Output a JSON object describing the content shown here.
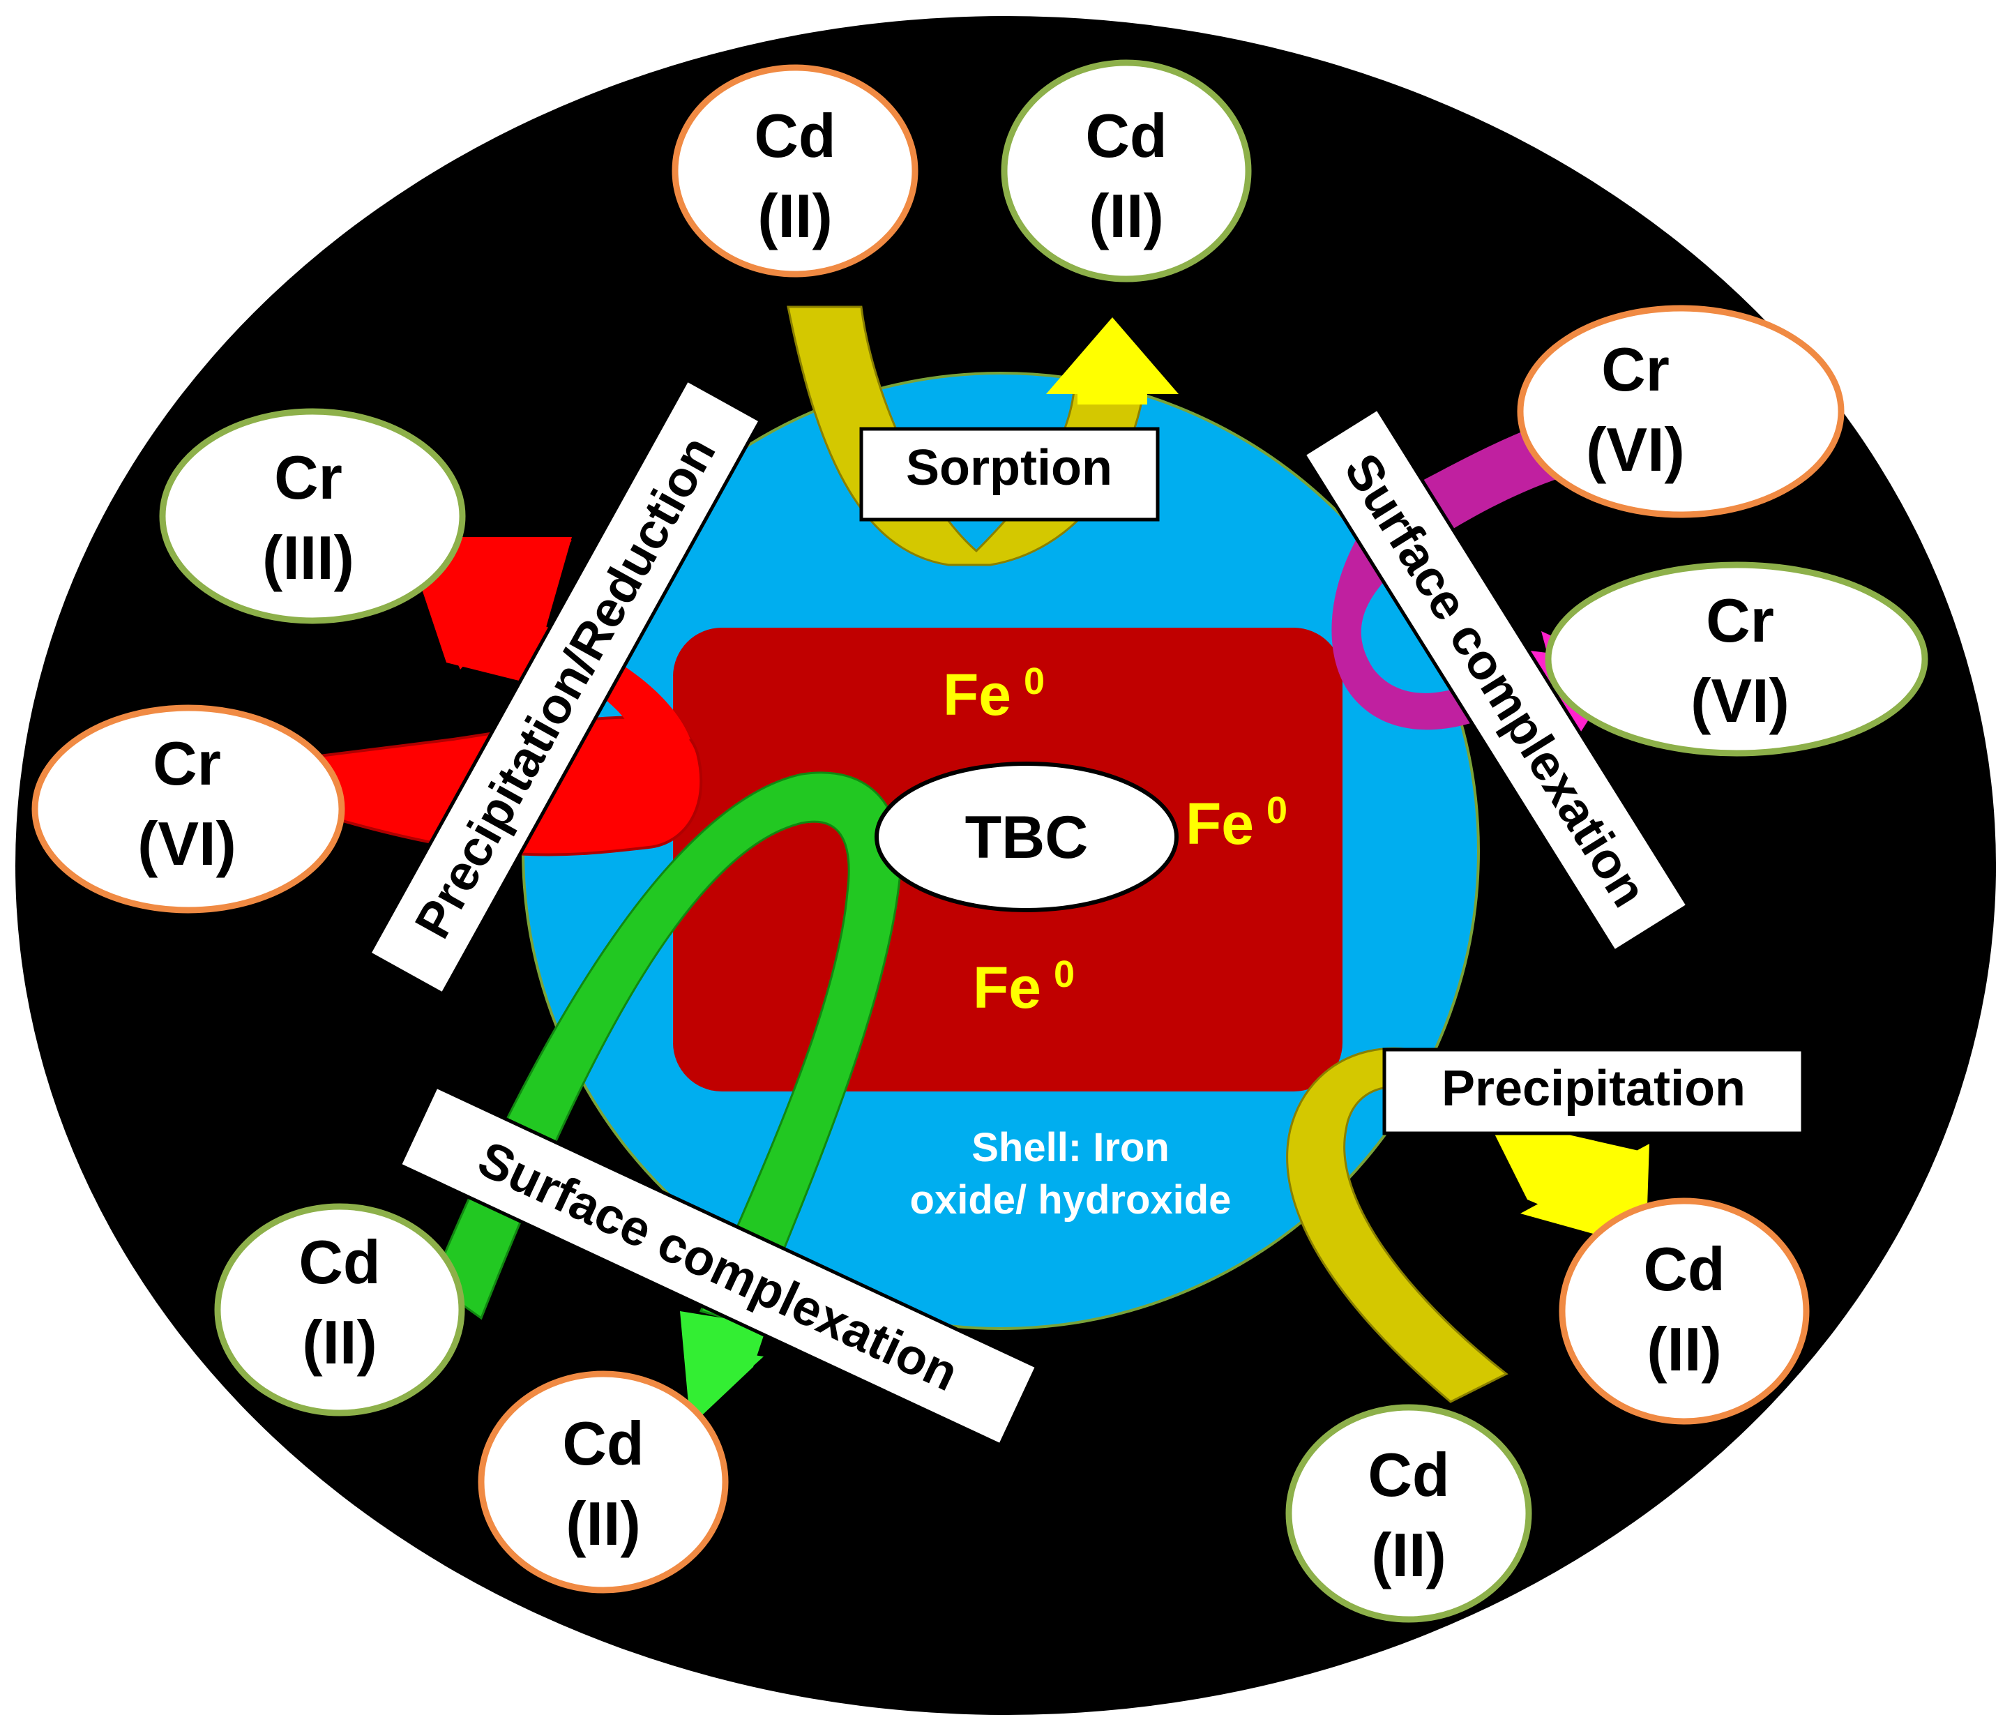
{
  "colors": {
    "background": "#000000",
    "shell": "#00aeef",
    "core": "#c00000",
    "fe_text": "#ffff00",
    "shell_text": "#ffffff",
    "orange_border": "#f08a43",
    "green_border": "#8db04a",
    "cr_red_arrow": "#ff0000",
    "sorption_arrow": "#ffff00",
    "surface_magenta_arrow": "#d21aa8",
    "surface_green_arrow": "#22d022",
    "precipitation_arrow": "#ffff00"
  },
  "core": {
    "center_label": "TBC",
    "fe_labels": [
      {
        "base": "Fe",
        "sup": "0"
      },
      {
        "base": "Fe",
        "sup": "0"
      },
      {
        "base": "Fe",
        "sup": "0"
      }
    ],
    "shell_label_line1": "Shell: Iron",
    "shell_label_line2": "oxide/ hydroxide"
  },
  "process_labels": {
    "sorption": "Sorption",
    "precipitation_reduction": "Precipitation/Reduction",
    "surface_complexation_right": "Surface complexation",
    "surface_complexation_left": "Surface complexation",
    "precipitation": "Precipitation"
  },
  "ions": [
    {
      "id": "cd-top-left",
      "line1": "Cd",
      "line2": "(II)",
      "border": "orange"
    },
    {
      "id": "cd-top-right",
      "line1": "Cd",
      "line2": "(II)",
      "border": "green"
    },
    {
      "id": "cr-right-top",
      "line1": "Cr",
      "line2": "(VI)",
      "border": "orange"
    },
    {
      "id": "cr-right-bottom",
      "line1": "Cr",
      "line2": "(VI)",
      "border": "green"
    },
    {
      "id": "cr-left-top",
      "line1": "Cr",
      "line2": "(III)",
      "border": "green"
    },
    {
      "id": "cr-left-bottom",
      "line1": "Cr",
      "line2": "(VI)",
      "border": "orange"
    },
    {
      "id": "cd-bottom-left",
      "line1": "Cd",
      "line2": "(II)",
      "border": "green"
    },
    {
      "id": "cd-bottom-center",
      "line1": "Cd",
      "line2": "(II)",
      "border": "orange"
    },
    {
      "id": "cd-bottom-right-low",
      "line1": "Cd",
      "line2": "(II)",
      "border": "green"
    },
    {
      "id": "cd-bottom-right",
      "line1": "Cd",
      "line2": "(II)",
      "border": "orange"
    }
  ]
}
